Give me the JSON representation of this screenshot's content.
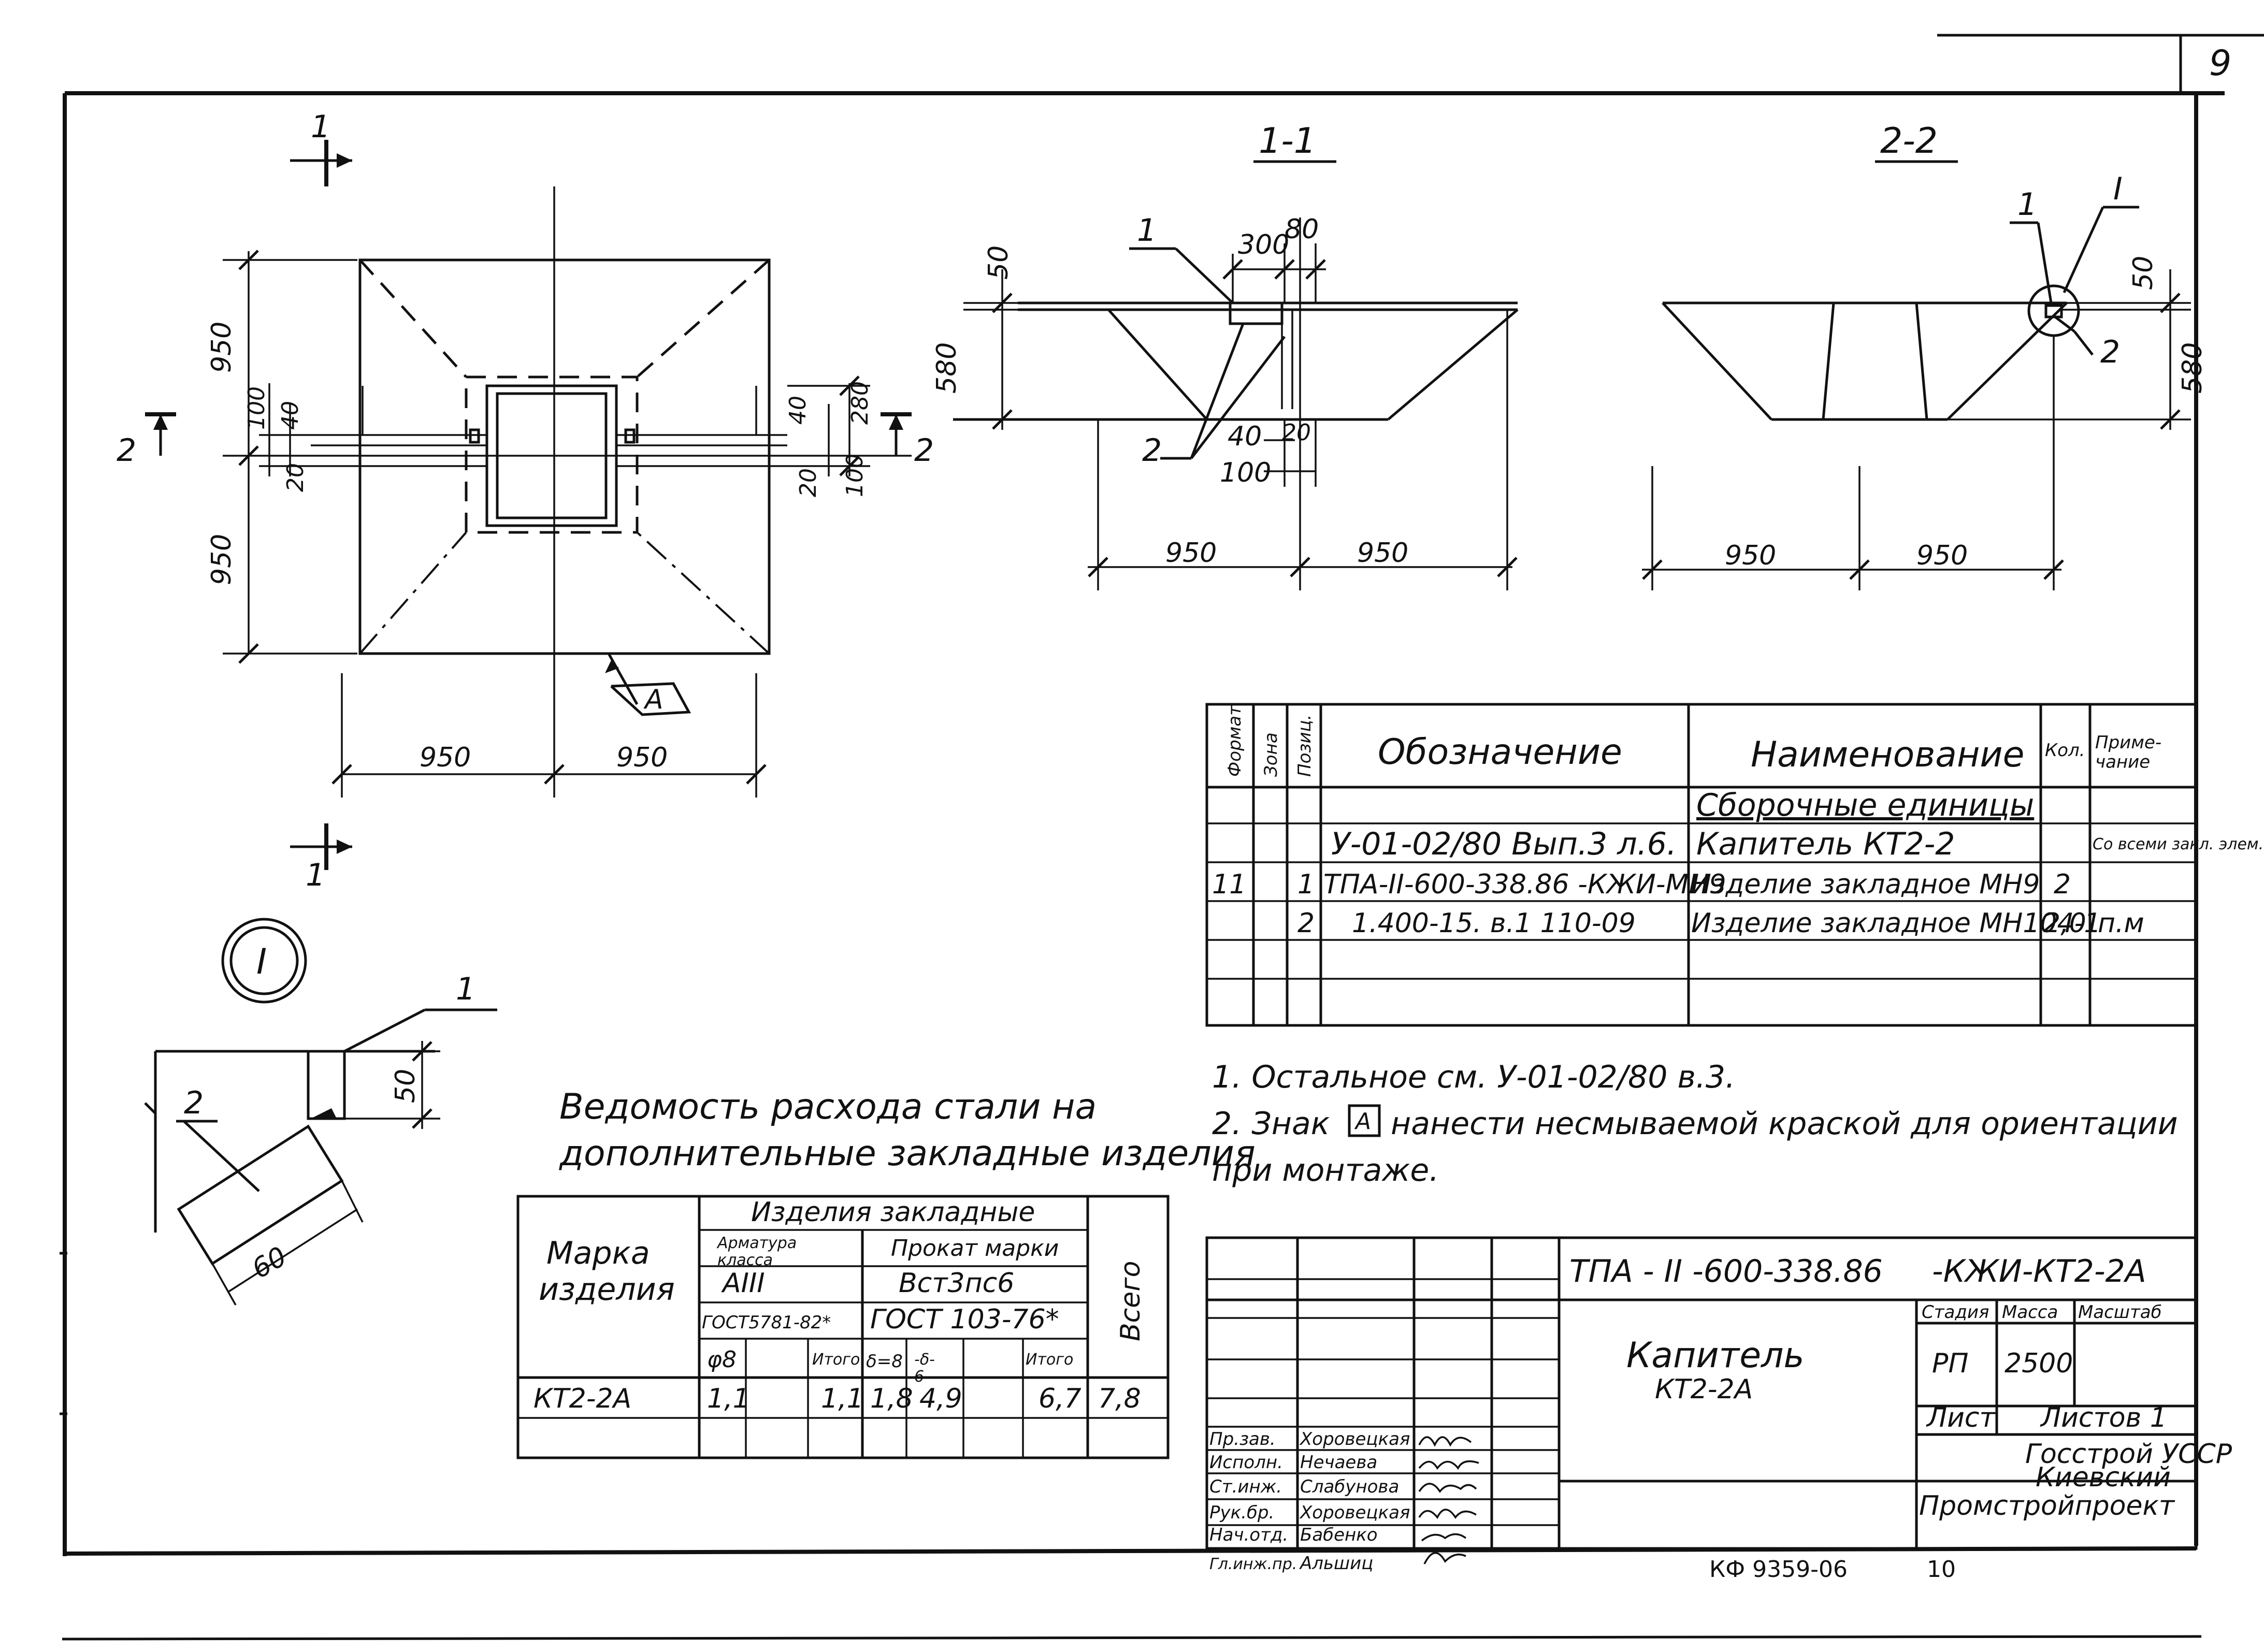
{
  "sheet_number": "9",
  "plan": {
    "section_mark_1": "1",
    "section_mark_2": "2",
    "dim_950": "950",
    "dim_100": "100",
    "dim_40": "40",
    "dim_20": "20",
    "dim_280": "280",
    "dim_100b": "100",
    "mark_a": "A"
  },
  "section_1_1": {
    "title": "1-1",
    "dim_300": "300",
    "dim_80": "80",
    "dim_50": "50",
    "dim_580": "580",
    "dim_40": "40",
    "dim_20": "20",
    "dim_100": "100",
    "dim_950_left": "950",
    "dim_950_right": "950",
    "leader_1": "1",
    "leader_2": "2"
  },
  "section_2_2": {
    "title": "2-2",
    "leader_1": "1",
    "leader_i": "I",
    "leader_2": "2",
    "dim_50": "50",
    "dim_580": "580",
    "dim_950_left": "950",
    "dim_950_right": "950"
  },
  "detail_i": {
    "label": "I",
    "leader_1": "1",
    "leader_2": "2",
    "dim_50": "50",
    "dim_60": "60"
  },
  "spec_table": {
    "headers": {
      "format": "Формат",
      "zone": "Зона",
      "pos": "Позиц.",
      "designation": "Обозначение",
      "name": "Наименование",
      "qty": "Кол.",
      "note": "Приме-\nчание"
    },
    "section_title": "Сборочные единицы",
    "rows": [
      {
        "format": "",
        "zone": "",
        "pos": "",
        "designation": "У-01-02/80 Вып.3 л.6.",
        "name": "Капитель КТ2-2",
        "qty": "",
        "note": "Со всеми закл. элем."
      },
      {
        "format": "11",
        "zone": "",
        "pos": "1",
        "designation": "ТПА-II-600-338.86 -КЖИ-МН9",
        "name": "Изделие закладное МН9",
        "qty": "2",
        "note": ""
      },
      {
        "format": "",
        "zone": "",
        "pos": "2",
        "designation": "1.400-15. в.1 110-09",
        "name": "Изделие закладное МН104-1",
        "qty": "2,0",
        "note": "п.м"
      }
    ]
  },
  "notes": {
    "line1": "1. Остальное   см. У-01-02/80 в.3.",
    "line2_a": "2. Знак",
    "line2_mark": "A",
    "line2_b": "нанести   несмываемой  краской для  ориентации",
    "line3": "при монтаже."
  },
  "steel": {
    "title_line1": "Ведомость расхода стали на",
    "title_line2": "дополнительные закладные  изделия",
    "col_mark": "Марка\nизделия",
    "col_group": "Изделия  закладные",
    "col_rebar": "Арматура\nкласса",
    "col_rolled": "Прокат марки",
    "rebar_class": "АIII",
    "rolled_grade": "Вст3пс6",
    "rebar_gost": "ГОСТ5781-82*",
    "rolled_gost": "ГОСТ 103-76*",
    "col_total": "Всего",
    "sub_d8": "φ8",
    "sub_itogo": "Итого",
    "sub_d8b": "δ=8",
    "sub_frac": "-δ-\n6",
    "sub_itogo2": "Итого",
    "row": {
      "mark": "КТ2-2А",
      "d8": "1,1",
      "itogo1": "1,1",
      "s8": "1,8",
      "s6": "4,9",
      "itogo2": "6,7",
      "total": "7,8"
    }
  },
  "title_block": {
    "code": "ТПА - II -600-338.86",
    "code_suffix": "-КЖИ-КТ2-2А",
    "name_line1": "Капитель",
    "name_line2": "КТ2-2А",
    "stage_label": "Стадия",
    "mass_label": "Масса",
    "scale_label": "Масштаб",
    "stage": "РП",
    "mass": "2500",
    "sheet_label": "Лист",
    "sheets_label": "Листов 1",
    "org_line1": "Госстрой УССР",
    "org_line2": "Киевский",
    "org_line3": "Промстройпроект",
    "roles": [
      {
        "role": "Пр.зав.",
        "name": "Хоровецкая"
      },
      {
        "role": "Исполн.",
        "name": "Нечаева"
      },
      {
        "role": "Ст.инж.",
        "name": "Слабунова"
      },
      {
        "role": "Рук.бр.",
        "name": "Хоровецкая"
      },
      {
        "role": "Нач.отд.",
        "name": "Бабенко"
      },
      {
        "role": "Гл.инж.пр.",
        "name": "Альшиц"
      }
    ],
    "archive_code": "КФ 9359-06",
    "archive_sheet": "10"
  }
}
